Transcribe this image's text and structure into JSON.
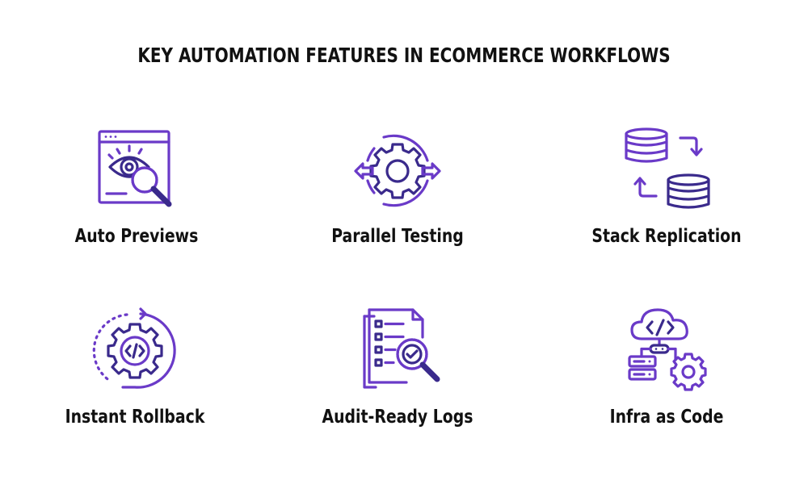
{
  "title": "KEY AUTOMATION FEATURES IN ECOMMERCE WORKFLOWS",
  "colors": {
    "icon_accent": "#6A3AC8",
    "icon_dark": "#3A2A8C",
    "text": "#111111",
    "background": "#FFFFFF"
  },
  "features": [
    {
      "label": "Auto Previews",
      "icon": "browser-eye-magnifier-icon"
    },
    {
      "label": "Parallel Testing",
      "icon": "gear-bidirectional-arrows-icon"
    },
    {
      "label": "Stack Replication",
      "icon": "database-sync-icon"
    },
    {
      "label": "Instant Rollback",
      "icon": "gear-code-rollback-icon"
    },
    {
      "label": "Audit-Ready Logs",
      "icon": "checklist-magnifier-icon"
    },
    {
      "label": "Infra as Code",
      "icon": "cloud-code-server-gear-icon"
    }
  ]
}
